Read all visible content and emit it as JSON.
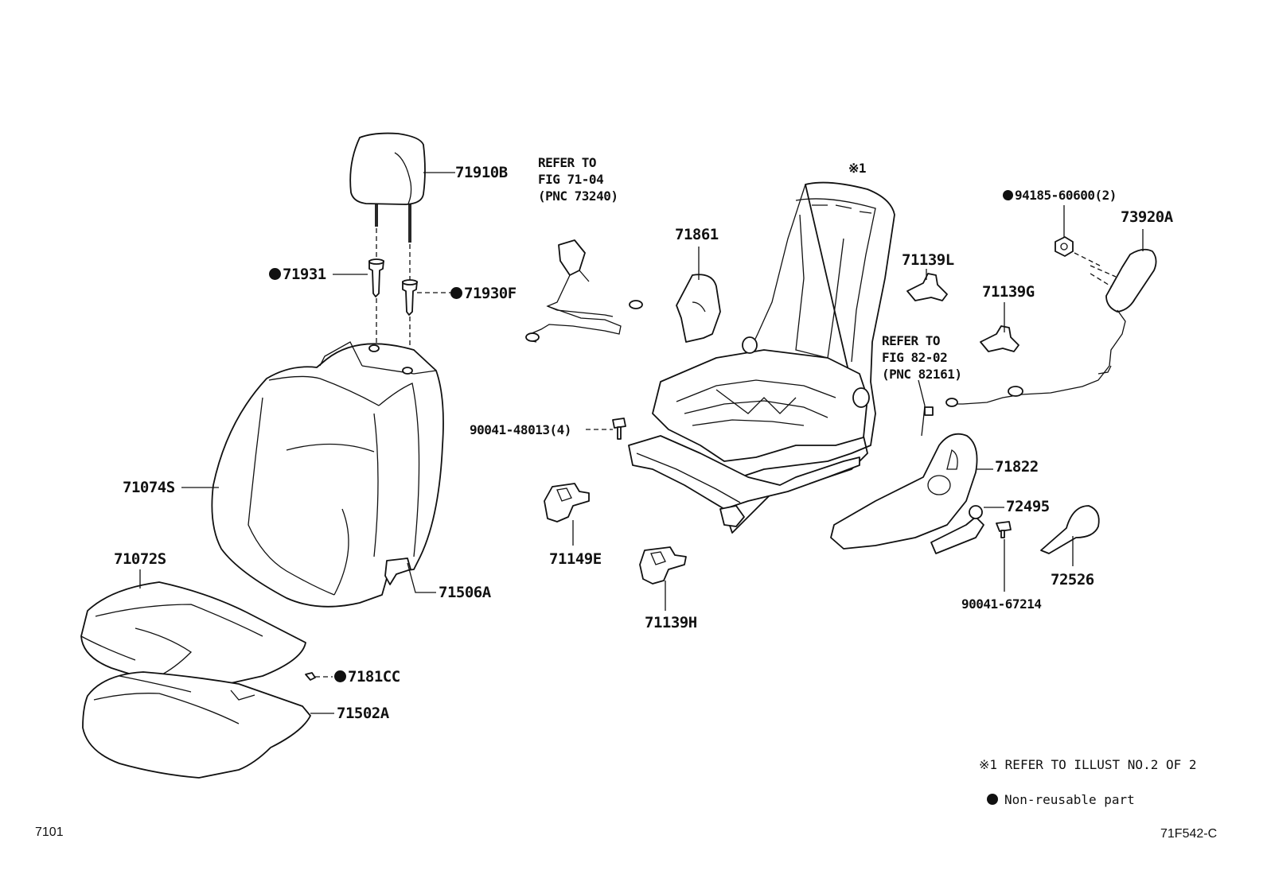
{
  "labels": {
    "p71910B": "71910B",
    "p71931": "71931",
    "p71930F": "71930F",
    "p71074S": "71074S",
    "p71072S": "71072S",
    "p71506A": "71506A",
    "p7181CC": "7181CC",
    "p71502A": "71502A",
    "p90041_48013": "90041-48013(4)",
    "p71149E": "71149E",
    "p71139H": "71139H",
    "p71861": "71861",
    "p71139L": "71139L",
    "p71139G": "71139G",
    "p94185": "94185-60600(2)",
    "p73920A": "73920A",
    "p71822": "71822",
    "p72495": "72495",
    "p72526": "72526",
    "p90041_67214": "90041-67214",
    "star1": "※1"
  },
  "refs": {
    "seatbelt": [
      "REFER TO",
      "FIG 71-04",
      "(PNC 73240)"
    ],
    "wiring": [
      "REFER TO",
      "FIG 82-02",
      "(PNC 82161)"
    ]
  },
  "notes": {
    "illust": "※1 REFER TO ILLUST NO.2 OF 2",
    "nonreusable": "Non-reusable part"
  },
  "footer": {
    "left": "7101",
    "right": "71F542-C"
  },
  "non_reusable_marker": "black filled circle"
}
